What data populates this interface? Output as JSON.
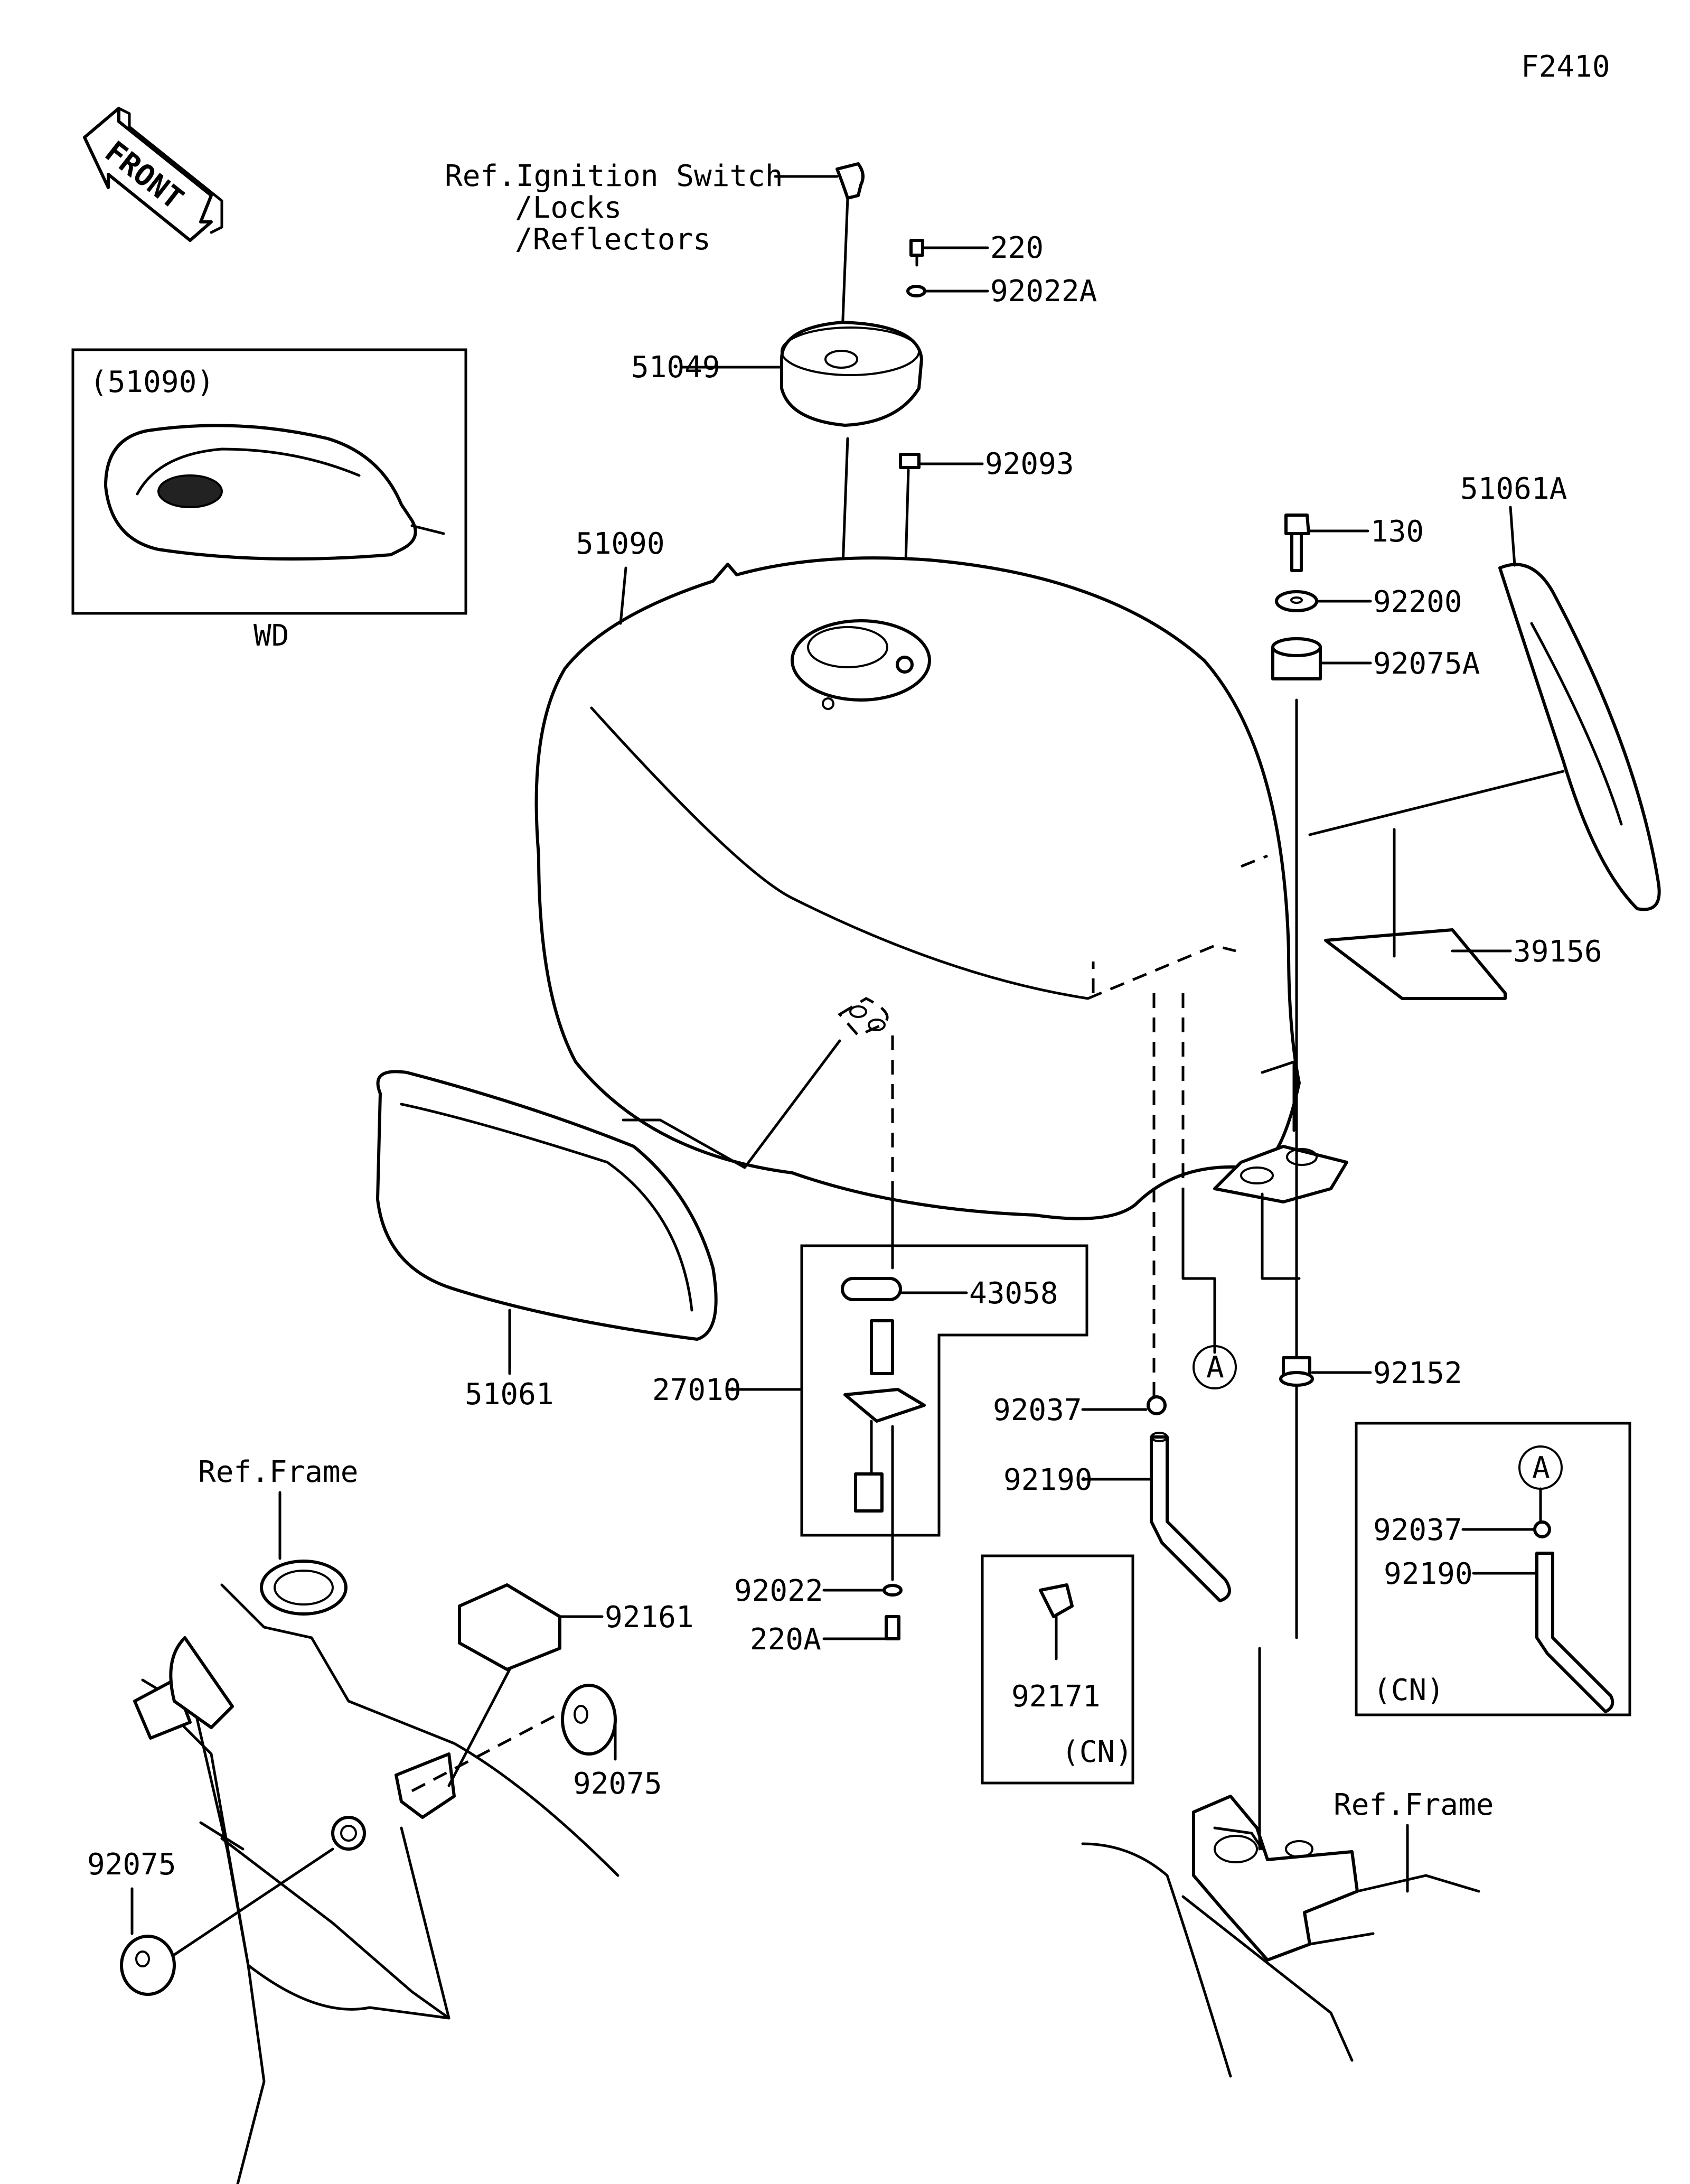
{
  "figure_code": "F2410",
  "front_arrow": "FRONT",
  "ignition_ref": {
    "line1": "Ref.Ignition Switch",
    "line2": "/Locks",
    "line3": "/Reflectors"
  },
  "inset_wd": {
    "part": "(51090)",
    "caption": "WD"
  },
  "parts": {
    "p220": "220",
    "p92022A": "92022A",
    "p51049": "51049",
    "p92093": "92093",
    "p51090": "51090",
    "p130": "130",
    "p92200": "92200",
    "p92075A": "92075A",
    "p51061A": "51061A",
    "p39156": "39156",
    "p51061": "51061",
    "p43058": "43058",
    "p27010": "27010",
    "p92022": "92022",
    "p220A": "220A",
    "p92037": "92037",
    "p92190": "92190",
    "p92152": "92152",
    "p92171": "92171",
    "p92161": "92161",
    "p92075_right": "92075",
    "p92075_left": "92075"
  },
  "ref_frame_left": "Ref.Frame",
  "ref_frame_right": "Ref.Frame",
  "callout_a": "A",
  "inset_cn_92171": {
    "part": "92171",
    "region": "(CN)"
  },
  "inset_cn_a": {
    "marker": "A",
    "p92037": "92037",
    "p92190": "92190",
    "region": "(CN)"
  }
}
